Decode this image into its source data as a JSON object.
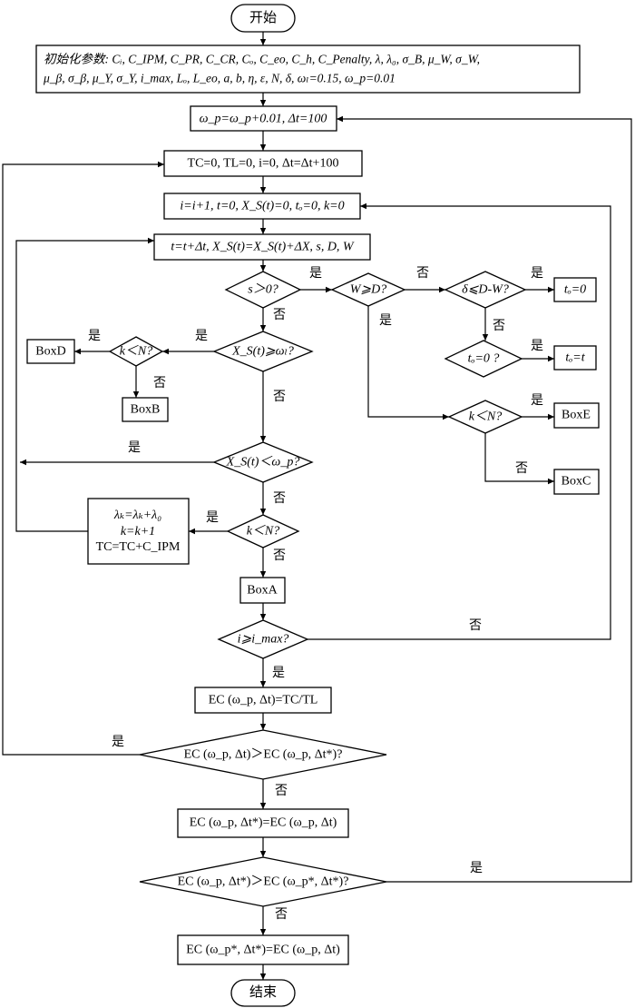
{
  "nodes": {
    "start": "开始",
    "init_line1": "初始化参数: Cᵢ, C_IPM, C_PR, C_CR, Cₒ, C_eo, C_h, C_Penalty, λ, λ₀, σ_B, μ_W, σ_W,",
    "init_line2": "μ_β, σ_β, μ_Y, σ_Y, i_max, Lₒ, L_eo, a, b, η, ε, N, δ, ωₗ=0.15, ω_p=0.01",
    "step_wp": "ω_p=ω_p+0.01, Δt=100",
    "reset_tc": "TC=0, TL=0, i=0, Δt=Δt+100",
    "inc_i": "i=i+1, t=0, X_S(t)=0, tₒ=0, k=0",
    "update_t": "t=t+Δt, X_S(t)=X_S(t)+ΔX, s, D, W",
    "dec_s": "s＞0?",
    "dec_wd": "W⩾D?",
    "dec_delta": "δ⩽D-W?",
    "to_zero": "tₒ=0",
    "dec_to": "tₒ=0 ?",
    "to_t": "tₒ=t",
    "dec_xs_wl": "X_S(t)⩾ωₗ?",
    "dec_kn_left": "k＜N?",
    "boxd": "BoxD",
    "boxb": "BoxB",
    "dec_kn_right": "k＜N?",
    "boxe": "BoxE",
    "boxc": "BoxC",
    "dec_xs_wp": "X_S(t)＜ω_p?",
    "lambda_line1": "λₖ=λₖ+λ₀",
    "lambda_line2": "k=k+1",
    "lambda_line3": "TC=TC+C_IPM",
    "dec_kn_mid": "k＜N?",
    "boxa": "BoxA",
    "dec_imax": "i⩾i_max?",
    "ec_calc": "EC (ω_p, Δt)=TC/TL",
    "dec_ec1": "EC (ω_p, Δt)＞EC (ω_p, Δt*)?",
    "ec_assign1": "EC (ω_p, Δt*)=EC (ω_p, Δt)",
    "dec_ec2": "EC (ω_p, Δt*)＞EC (ω_p*, Δt*)?",
    "ec_assign2": "EC (ω_p*, Δt*)=EC (ω_p, Δt)",
    "end": "结束"
  },
  "edges": {
    "yes": "是",
    "no": "否"
  }
}
